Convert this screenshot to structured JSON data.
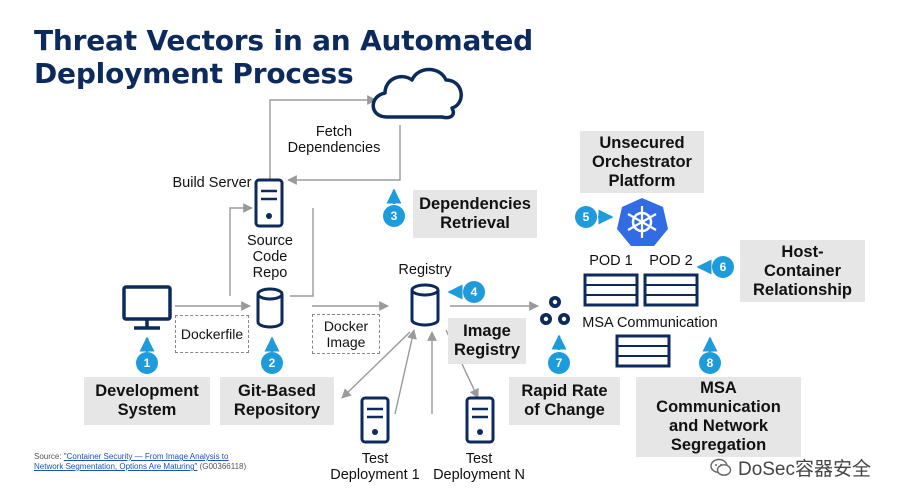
{
  "title": {
    "line1": "Threat Vectors in an Automated",
    "line2": "Deployment Process"
  },
  "nodes": {
    "fetch_dependencies": [
      "Fetch",
      "Dependencies"
    ],
    "build_server": "Build Server",
    "source_code_repo": [
      "Source",
      "Code",
      "Repo"
    ],
    "registry": "Registry",
    "dockerfile": "Dockerfile",
    "docker_image": [
      "Docker",
      "Image"
    ],
    "test_deployment_1": [
      "Test",
      "Deployment 1"
    ],
    "test_deployment_n": [
      "Test",
      "Deployment N"
    ],
    "pod_1": "POD 1",
    "pod_2": "POD 2",
    "msa_communication": "MSA Communication"
  },
  "threats": {
    "development_system": [
      "Development",
      "System"
    ],
    "git_based_repository": [
      "Git-Based",
      "Repository"
    ],
    "dependencies_retrieval": [
      "Dependencies",
      "Retrieval"
    ],
    "image_registry": [
      "Image",
      "Registry"
    ],
    "unsecured_orchestrator": [
      "Unsecured",
      "Orchestrator",
      "Platform"
    ],
    "host_container": [
      "Host-",
      "Container",
      "Relationship"
    ],
    "rapid_rate": [
      "Rapid Rate",
      "of Change"
    ],
    "msa_segregation": [
      "MSA",
      "Communication",
      "and Network",
      "Segregation"
    ]
  },
  "badges": [
    "1",
    "2",
    "3",
    "4",
    "5",
    "6",
    "7",
    "8"
  ],
  "source": {
    "prefix": "Source: ",
    "link_line1": "\"Container Security — From Image Analysis to",
    "link_line2": "Network Segmentation, Options Are Maturing\"",
    "code": " (G00366118)"
  },
  "watermark": "DoSec容器安全",
  "colors": {
    "title": "#0d2a5c",
    "icon_navy": "#0d2a5c",
    "badge_blue": "#1e9bdb",
    "box_gray": "#e6e6e6",
    "kubernetes_blue": "#326ce5"
  }
}
